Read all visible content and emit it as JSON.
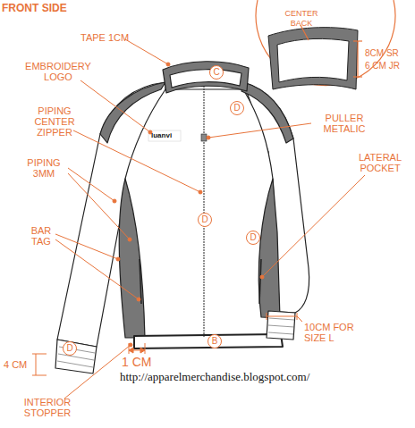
{
  "diagram": {
    "title": "FRONT SIDE",
    "nodes": [
      {
        "text": [
          "C"
        ]
      },
      {
        "text": [
          "D"
        ]
      },
      {
        "text": [
          "D"
        ]
      },
      {
        "text": [
          "D"
        ]
      },
      {
        "text": [
          "B"
        ]
      },
      {
        "text": [
          "D"
        ]
      }
    ],
    "labels": [
      "TAPE 1CM",
      "EMBROIDERY LOGO",
      "PIPING CENTER ZIPPER",
      "PIPING 3MM",
      "BAR TAG",
      "4 CM",
      "INTERIOR STOPPER",
      "1 CM",
      "http://apparelmerchandise.blogspot.com/",
      "10CM FOR SIZE L",
      "LATERAL POCKET",
      "PULLER METALIC",
      "CENTER BACK",
      "8CM SR",
      "6 CM JR",
      "luanvi"
    ]
  }
}
